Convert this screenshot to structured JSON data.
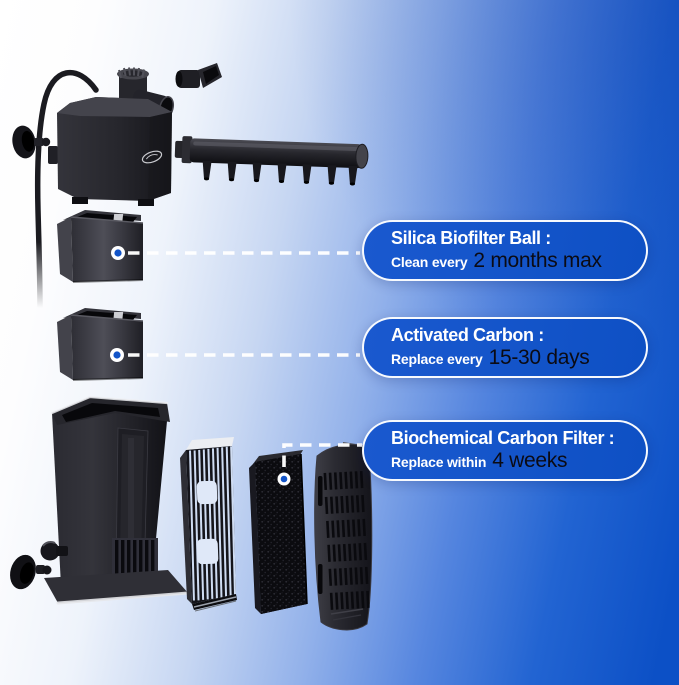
{
  "background": {
    "corner_light": "#ffffff",
    "corner_blue": "#0c50c6"
  },
  "colors": {
    "callout_fill": "#1254c8",
    "callout_border": "#ffffff",
    "callout_title_text": "#ffffff",
    "callout_value_text": "#0b0b14",
    "dashed_line": "#ffffff",
    "marker_ring": "#ffffff",
    "marker_dot": "#1254c8",
    "parts_black": "#17171c"
  },
  "callouts": [
    {
      "id": "silica-biofilter-ball",
      "title": "Silica Biofilter Ball :",
      "prefix": "Clean every",
      "value": "2 months max"
    },
    {
      "id": "activated-carbon",
      "title": "Activated Carbon :",
      "prefix": "Replace every",
      "value": "15-30 days"
    },
    {
      "id": "biochemical-carbon-filter",
      "title": "Biochemical Carbon Filter :",
      "prefix": "Replace within",
      "value": "4 weeks"
    }
  ],
  "parts": [
    {
      "name": "water-pump"
    },
    {
      "name": "power-cord"
    },
    {
      "name": "suction-cup"
    },
    {
      "name": "outlet-nozzle"
    },
    {
      "name": "spray-bar"
    },
    {
      "name": "biofilter-cartridge"
    },
    {
      "name": "carbon-cartridge"
    },
    {
      "name": "filter-housing"
    },
    {
      "name": "frame-plate"
    },
    {
      "name": "carbon-sponge"
    },
    {
      "name": "vented-cover"
    }
  ]
}
